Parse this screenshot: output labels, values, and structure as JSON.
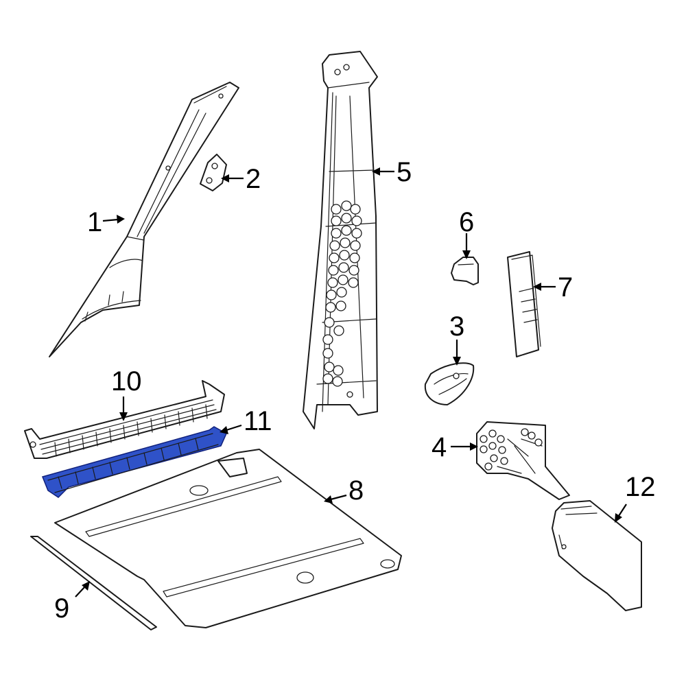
{
  "diagram": {
    "highlight_color": "#2f52c8",
    "line_color": "#1a1a1a",
    "callouts": [
      {
        "id": "c1",
        "label": "1"
      },
      {
        "id": "c2",
        "label": "2"
      },
      {
        "id": "c3",
        "label": "3"
      },
      {
        "id": "c4",
        "label": "4"
      },
      {
        "id": "c5",
        "label": "5"
      },
      {
        "id": "c6",
        "label": "6"
      },
      {
        "id": "c7",
        "label": "7"
      },
      {
        "id": "c8",
        "label": "8"
      },
      {
        "id": "c9",
        "label": "9"
      },
      {
        "id": "c10",
        "label": "10"
      },
      {
        "id": "c11",
        "label": "11"
      },
      {
        "id": "c12",
        "label": "12"
      }
    ]
  }
}
